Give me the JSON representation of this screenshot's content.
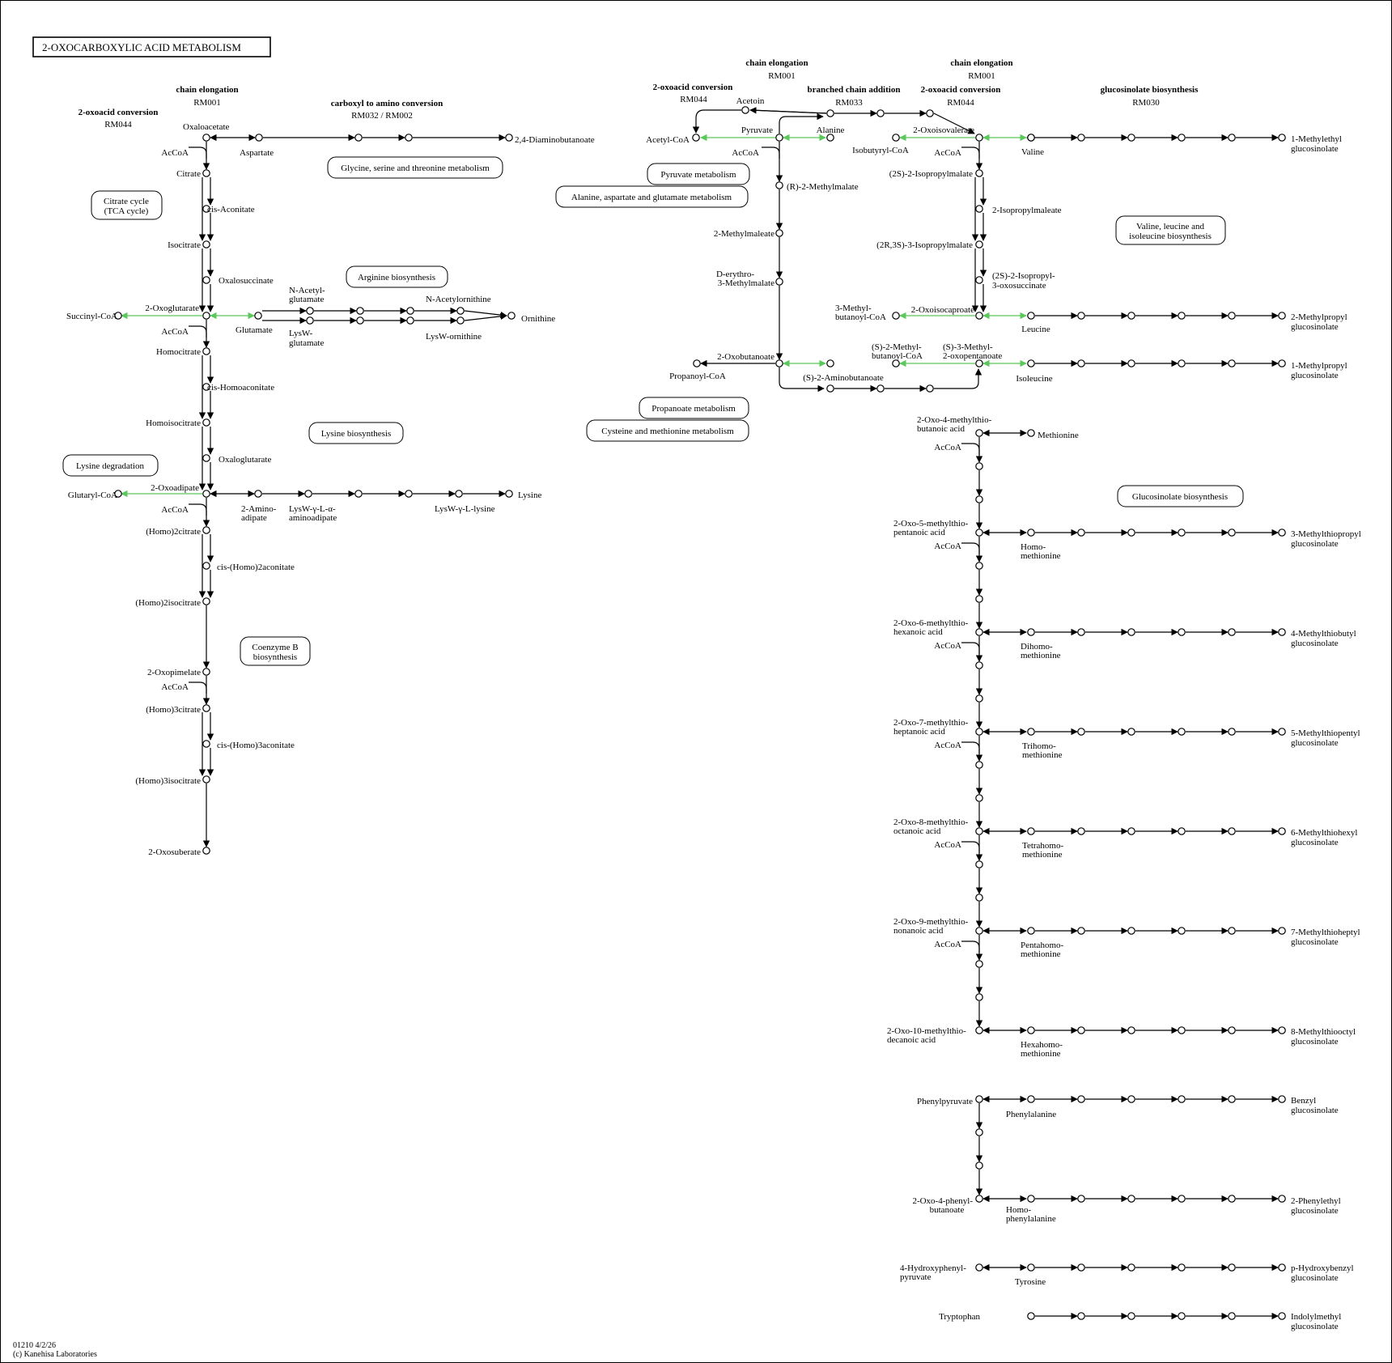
{
  "title": "2-OXOCARBOXYLIC  ACID  METABOLISM",
  "footer": {
    "code": "01210 4/2/26",
    "copyright": "(c) Kanehisa Laboratories"
  },
  "headers": {
    "h1a": "chain elongation",
    "h1b": "RM001",
    "h2a": "2-oxoacid conversion",
    "h2b": "RM044",
    "h3a": "carboxyl to amino conversion",
    "h3b": "RM032 / RM002",
    "h4a": "chain elongation",
    "h4b": "RM001",
    "h5a": "2-oxoacid conversion",
    "h5b": "RM044",
    "h6a": "branched chain addition",
    "h6b": "RM033",
    "h7a": "chain elongation",
    "h7b": "RM001",
    "h8a": "2-oxoacid conversion",
    "h8b": "RM044",
    "h9a": "glucosinolate biosynthesis",
    "h9b": "RM030"
  },
  "maps": {
    "gly": "Glycine, serine and threonine metabolism",
    "tca1": "Citrate cycle",
    "tca2": "(TCA cycle)",
    "arg": "Arginine biosynthesis",
    "lysbio": "Lysine biosynthesis",
    "lysdeg": "Lysine degradation",
    "coeb1": "Coenzyme B",
    "coeb2": "biosynthesis",
    "pyr": "Pyruvate metabolism",
    "ala": "Alanine, aspartate and glutamate metabolism",
    "val1": "Valine, leucine and",
    "val2": "isoleucine biosynthesis",
    "prop": "Propanoate metabolism",
    "cys": "Cysteine and methionine metabolism",
    "glu": "Glucosinolate biosynthesis"
  },
  "labels": {
    "oxaloacetate": "Oxaloacetate",
    "aspartate": "Aspartate",
    "dab": "2,4-Diaminobutanoate",
    "acoa": "AcCoA",
    "citrate": "Citrate",
    "cisaconitate": "cis-Aconitate",
    "isocitrate": "Isocitrate",
    "oxalosuccinate": "Oxalosuccinate",
    "oxoglutarate": "2-Oxoglutarate",
    "succinylcoa": "Succinyl-CoA",
    "glutamate": "Glutamate",
    "nacglu1": "N-Acetyl-",
    "nacglu2": "glutamate",
    "lyswglu1": "LysW-",
    "lyswglu2": "glutamate",
    "nacorn": "N-Acetylornithine",
    "lysworn": "LysW-ornithine",
    "ornithine": "Ornithine",
    "homocitrate": "Homocitrate",
    "cishomoaconitate": "cis-Homoaconitate",
    "homoisocitrate": "Homoisocitrate",
    "oxaloglutarate": "Oxaloglutarate",
    "oxoadipate": "2-Oxoadipate",
    "glutarylcoa": "Glutaryl-CoA",
    "aminoadipate1": "2-Amino-",
    "aminoadipate2": "adipate",
    "lyswaa1": "LysW-γ-L-α-",
    "lyswaa2": "aminoadipate",
    "lyswlys": "LysW-γ-L-lysine",
    "lysine": "Lysine",
    "homo2citrate": "(Homo)2citrate",
    "cishomo2aconitate": "cis-(Homo)2aconitate",
    "homo2isocitrate": "(Homo)2isocitrate",
    "oxopimelate": "2-Oxopimelate",
    "homo3citrate": "(Homo)3citrate",
    "cishomo3aconitate": "cis-(Homo)3aconitate",
    "homo3isocitrate": "(Homo)3isocitrate",
    "oxosuberate": "2-Oxosuberate",
    "acetoin": "Acetoin",
    "pyruvate": "Pyruvate",
    "alanine": "Alanine",
    "acetylcoa": "Acetyl-CoA",
    "r2methylmalate": "(R)-2-Methylmalate",
    "methylmaleate": "2-Methylmaleate",
    "derythro1": "D-erythro-",
    "derythro2": "3-Methylmalate",
    "oxobutanoate": "2-Oxobutanoate",
    "propanoylcoa": "Propanoyl-CoA",
    "aminobutanoate": "(S)-2-Aminobutanoate",
    "oxoisovalerate": "2-Oxoisovalerate",
    "isobutyrylcoa": "Isobutyryl-CoA",
    "valine": "Valine",
    "isopropylmalate": "(2S)-2-Isopropylmalate",
    "isopropylmaleate": "2-Isopropylmaleate",
    "r3isopropylmalate": "(2R,3S)-3-Isopropylmalate",
    "isopropyloxo1": "(2S)-2-Isopropyl-",
    "isopropyloxo2": "3-oxosuccinate",
    "oxoisocaproate": "2-Oxoisocaproate",
    "methylbutcoa1": "3-Methyl-",
    "methylbutcoa2": "butanoyl-CoA",
    "leucine": "Leucine",
    "s2methylbut1": "(S)-2-Methyl-",
    "s2methylbut2": "butanoyl-CoA",
    "s3methyloxo1": "(S)-3-Methyl-",
    "s3methyloxo2": "2-oxopentanoate",
    "isoleucine": "Isoleucine",
    "gluc1a": "1-Methylethyl",
    "gluc1b": "glucosinolate",
    "gluc2a": "2-Methylpropyl",
    "gluc2b": "glucosinolate",
    "gluc3a": "1-Methylpropyl",
    "gluc3b": "glucosinolate",
    "om4a": "2-Oxo-4-methylthio-",
    "om4b": "butanoic acid",
    "methionine": "Methionine",
    "om5a": "2-Oxo-5-methylthio-",
    "om5b": "pentanoic acid",
    "hm1a": "Homo-",
    "hm1b": "methionine",
    "gl5a": "3-Methylthiopropyl",
    "gl5b": "glucosinolate",
    "om6a": "2-Oxo-6-methylthio-",
    "om6b": "hexanoic acid",
    "hm2a": "Dihomo-",
    "hm2b": "methionine",
    "gl6a": "4-Methylthiobutyl",
    "gl6b": "glucosinolate",
    "om7a": "2-Oxo-7-methylthio-",
    "om7b": "heptanoic acid",
    "hm3a": "Trihomo-",
    "hm3b": "methionine",
    "gl7a": "5-Methylthiopentyl",
    "gl7b": "glucosinolate",
    "om8a": "2-Oxo-8-methylthio-",
    "om8b": "octanoic acid",
    "hm4a": "Tetrahomo-",
    "hm4b": "methionine",
    "gl8a": "6-Methylthiohexyl",
    "gl8b": "glucosinolate",
    "om9a": "2-Oxo-9-methylthio-",
    "om9b": "nonanoic acid",
    "hm5a": "Pentahomo-",
    "hm5b": "methionine",
    "gl9a": "7-Methylthioheptyl",
    "gl9b": "glucosinolate",
    "om10a": "2-Oxo-10-methylthio-",
    "om10b": "decanoic acid",
    "hm6a": "Hexahomo-",
    "hm6b": "methionine",
    "gl10a": "8-Methylthiooctyl",
    "gl10b": "glucosinolate",
    "phenylpyruvate": "Phenylpyruvate",
    "phenylalanine": "Phenylalanine",
    "benzyl1": "Benzyl",
    "benzyl2": "glucosinolate",
    "op4a": "2-Oxo-4-phenyl-",
    "op4b": "butanoate",
    "hpa1": "Homo-",
    "hpa2": "phenylalanine",
    "phenylethyl1": "2-Phenylethyl",
    "phenylethyl2": "glucosinolate",
    "hpp1": "4-Hydroxyphenyl-",
    "hpp2": "pyruvate",
    "tyrosine": "Tyrosine",
    "hbz1": "p-Hydroxybenzyl",
    "hbz2": "glucosinolate",
    "tryptophan": "Tryptophan",
    "indolyl1": "Indolylmethyl",
    "indolyl2": "glucosinolate"
  }
}
